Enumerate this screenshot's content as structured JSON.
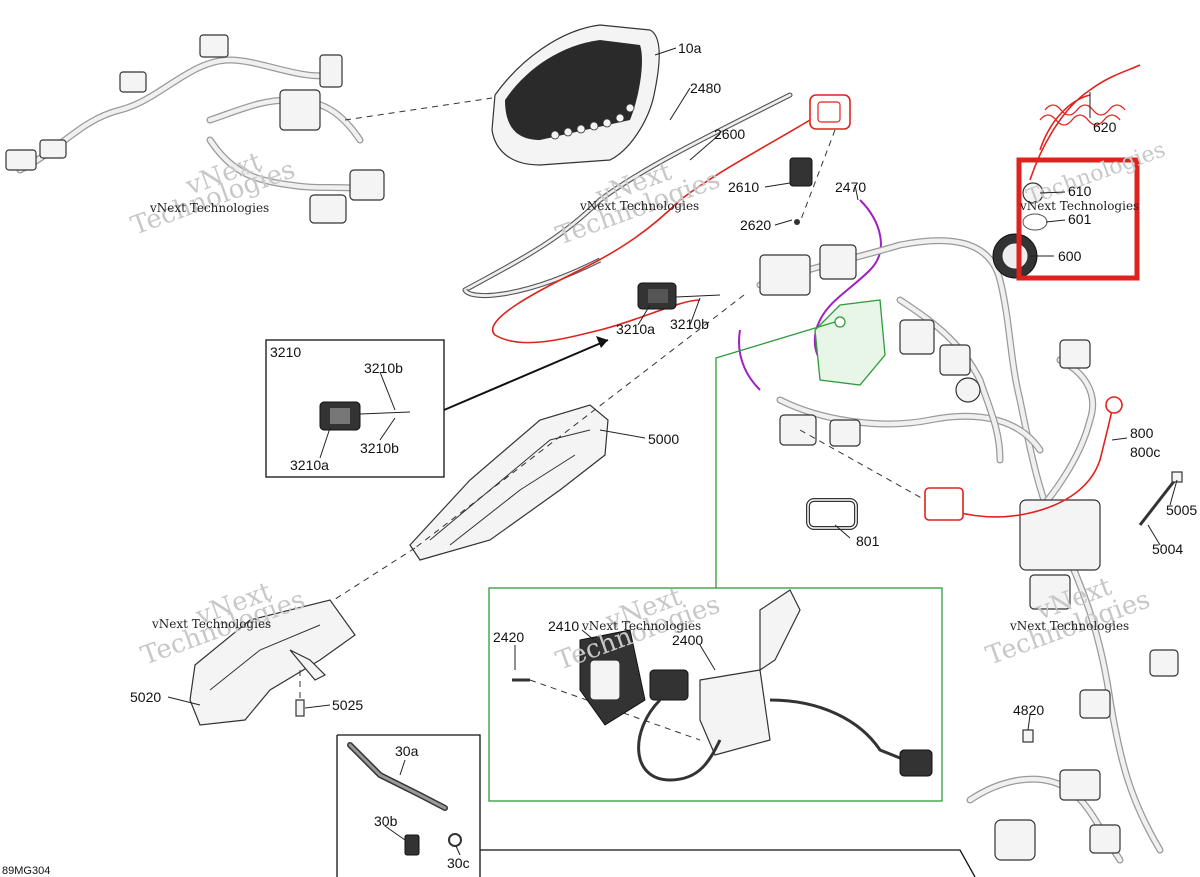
{
  "diagram_code": "89MG304",
  "watermark": {
    "line1": "vNext",
    "line2": "Technologies",
    "caption": "vNext Technologies"
  },
  "highlight_color": "#e0221e",
  "callouts": {
    "p10a": "10a",
    "p2480": "2480",
    "p2600": "2600",
    "p2610": "2610",
    "p2620": "2620",
    "p2470": "2470",
    "p620": "620",
    "p610": "610",
    "p601": "601",
    "p600": "600",
    "p3210": "3210",
    "p3210b_inset": "3210b",
    "p3210a_inset": "3210a",
    "p3210b_inset2": "3210b",
    "p3210a": "3210a",
    "p3210b": "3210b",
    "p5000": "5000",
    "p800": "800",
    "p800c": "800c",
    "p801": "801",
    "p5005": "5005",
    "p5004": "5004",
    "p2420": "2420",
    "p2410": "2410",
    "p2400": "2400",
    "p5020": "5020",
    "p5025": "5025",
    "p4820": "4820",
    "p30a": "30a",
    "p30b": "30b",
    "p30c": "30c"
  }
}
